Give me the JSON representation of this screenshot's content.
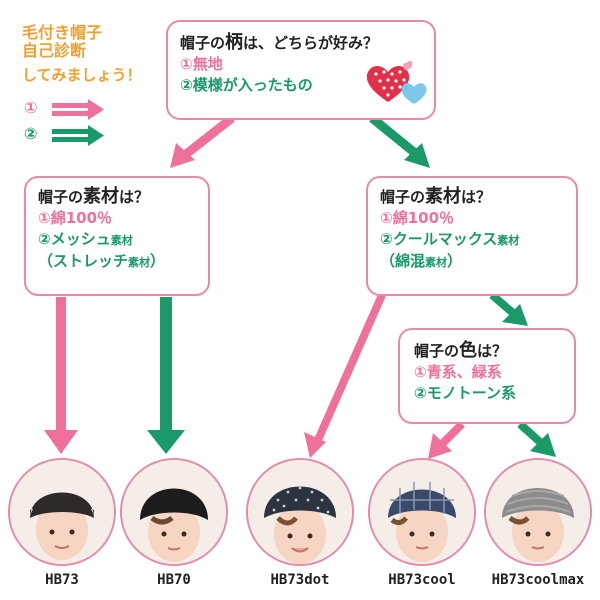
{
  "intro": {
    "line1": "毛付き帽子",
    "line2": "自己診断",
    "line3": "してみましょう！",
    "opt1": "①",
    "opt2": "②"
  },
  "q1": {
    "title_a": "帽子の",
    "title_b": "柄",
    "title_c": "は、どちらが好み？",
    "opt1": "①無地",
    "opt2": "②模様が入ったもの"
  },
  "q2": {
    "title_a": "帽子の",
    "title_b": "素材",
    "title_c": "は？",
    "opt1": "①綿100％",
    "opt2_a": "②メッシュ",
    "opt2_b": "素材",
    "opt2_c": "（ストレッチ",
    "opt2_d": "素材",
    "opt2_e": "）"
  },
  "q3": {
    "title_a": "帽子の",
    "title_b": "素材",
    "title_c": "は？",
    "opt1": "①綿100％",
    "opt2_a": "②クールマックス",
    "opt2_b": "素材",
    "opt2_c": "（綿混",
    "opt2_d": "素材",
    "opt2_e": "）"
  },
  "q4": {
    "title_a": "帽子の",
    "title_b": "色",
    "title_c": "は？",
    "opt1": "①青系、緑系",
    "opt2": "②モノトーン系"
  },
  "products": [
    {
      "name": "HB73",
      "color": "#2e2a28"
    },
    {
      "name": "HB70",
      "color": "#1c1c1c"
    },
    {
      "name": "HB73dot",
      "color": "#2c3440"
    },
    {
      "name": "HB73cool",
      "color": "#3a4a6a"
    },
    {
      "name": "HB73coolmax",
      "color": "#8c8c8c"
    }
  ],
  "colors": {
    "pink": "#f0709c",
    "green": "#1a9a68",
    "border": "#e58aa8",
    "orange": "#f0a030"
  }
}
